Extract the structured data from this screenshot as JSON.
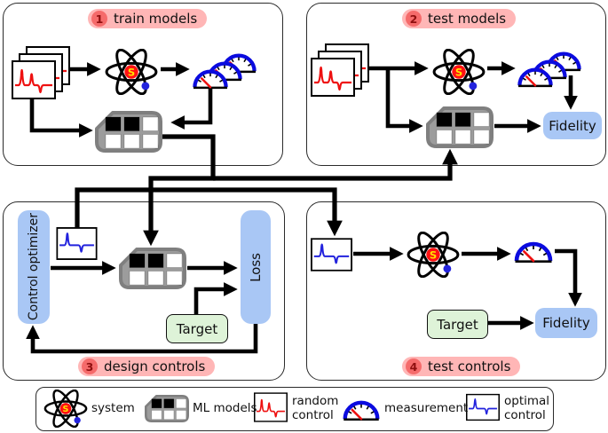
{
  "figure": {
    "panels": [
      {
        "number": "1",
        "title": "train models"
      },
      {
        "number": "2",
        "title": "test models"
      },
      {
        "number": "3",
        "title": "design controls"
      },
      {
        "number": "4",
        "title": "test controls"
      }
    ],
    "atom_letter": "S",
    "boxes": {
      "fidelity": "Fidelity",
      "target": "Target",
      "loss": "Loss",
      "control_optimizer": "Control optimizer"
    },
    "legend": {
      "system": "system",
      "ml_models": "ML models",
      "random_control_line1": "random",
      "random_control_line2": "control",
      "measurement": "measurement",
      "optimal_control_line1": "optimal",
      "optimal_control_line2": "control"
    },
    "colors": {
      "badge_background": "#ffb6b6",
      "badge_circle": "#f56b6b",
      "badge_digit": "#8f0f0f",
      "blue_box": "#a9c7f5",
      "green_box": "#def3d8",
      "chip_gray": "#9c9c9c",
      "gauge_blue": "#0b0bdf",
      "signal_red": "#ee1111",
      "signal_blue": "#2323dd",
      "arrow_black": "#000000"
    }
  }
}
